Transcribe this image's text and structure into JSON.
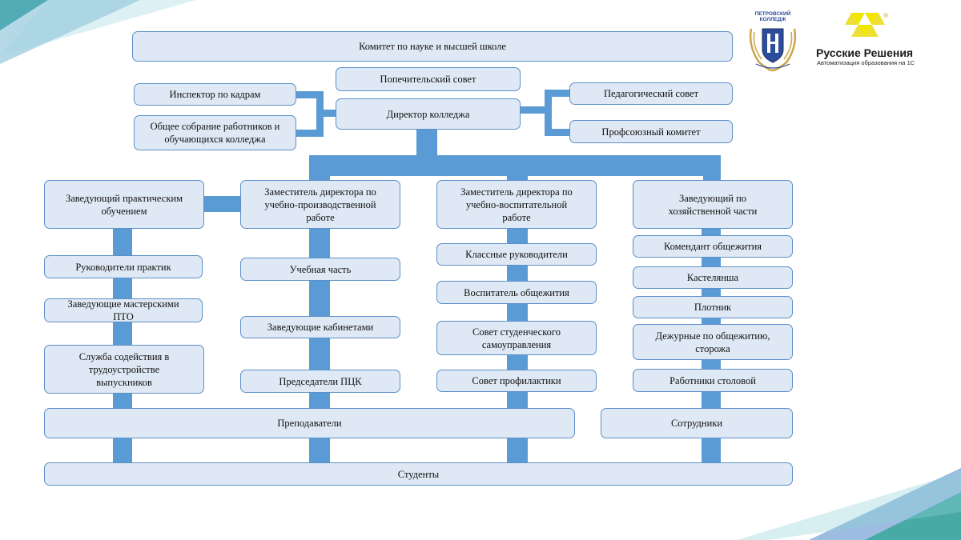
{
  "boxes": {
    "committee": "Комитет по науке и высшей школе",
    "board_of_trustees": "Попечительский совет",
    "hr_inspector": "Инспектор по кадрам",
    "general_meeting": "Общее собрание работников и\nобучающихся колледжа",
    "director": "Директор колледжа",
    "pedagogical_council": "Педагогический совет",
    "trade_union": "Профсоюзный комитет",
    "head_practical_training": "Заведующий практическим\nобучением",
    "deputy_academic": "Заместитель директора по\nучебно-производственной\nработе",
    "deputy_educational": "Заместитель директора по\nучебно-воспитательной\nработе",
    "head_maintenance": "Заведующий по\nхозяйственной  части",
    "practice_leaders": "Руководители практик",
    "workshop_heads": "Заведующие мастерскими\nПТО",
    "employment_service": "Служба содействия в\nтрудоустройстве\nвыпускников",
    "academic_department": "Учебная часть",
    "cabinet_heads": "Заведующие кабинетами",
    "pck_chairs": "Председатели ПЦК",
    "class_teachers": "Классные руководители",
    "dorm_educator": "Воспитатель общежития",
    "student_council": "Совет студенческого\nсамоуправления",
    "prevention_council": "Совет профилактики",
    "dorm_commandant": "Комендант общежития",
    "housekeeper": "Кастелянша",
    "carpenter": "Плотник",
    "dorm_watch": "Дежурные по общежитию,\nсторожа",
    "canteen_staff": "Работники столовой",
    "teachers": "Преподаватели",
    "staff": "Сотрудники",
    "students": "Студенты"
  },
  "logos": {
    "college_top": "ПЕТРОВСКИЙ",
    "college_bottom": "КОЛЛЕДЖ",
    "rr_title": "Русские Решения",
    "rr_subtitle": "Автоматизация образования на 1С",
    "rr_mark": "®"
  },
  "colors": {
    "connector": "#5b9bd5",
    "box_fill": "#dfe9f5",
    "box_border": "#5d8fc8",
    "deco_teal": "#3aa79a",
    "deco_blue": "#4a86c8",
    "logo_yellow": "#f2e500",
    "logo_blue": "#2c4d9c"
  }
}
